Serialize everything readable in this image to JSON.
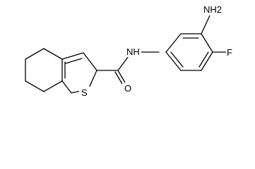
{
  "molecule": {
    "atoms": {
      "amine_nh2": "NH2",
      "amide_nh": "NH",
      "fluorine": "F",
      "carbonyl_o": "O",
      "ring_s": "S"
    }
  }
}
